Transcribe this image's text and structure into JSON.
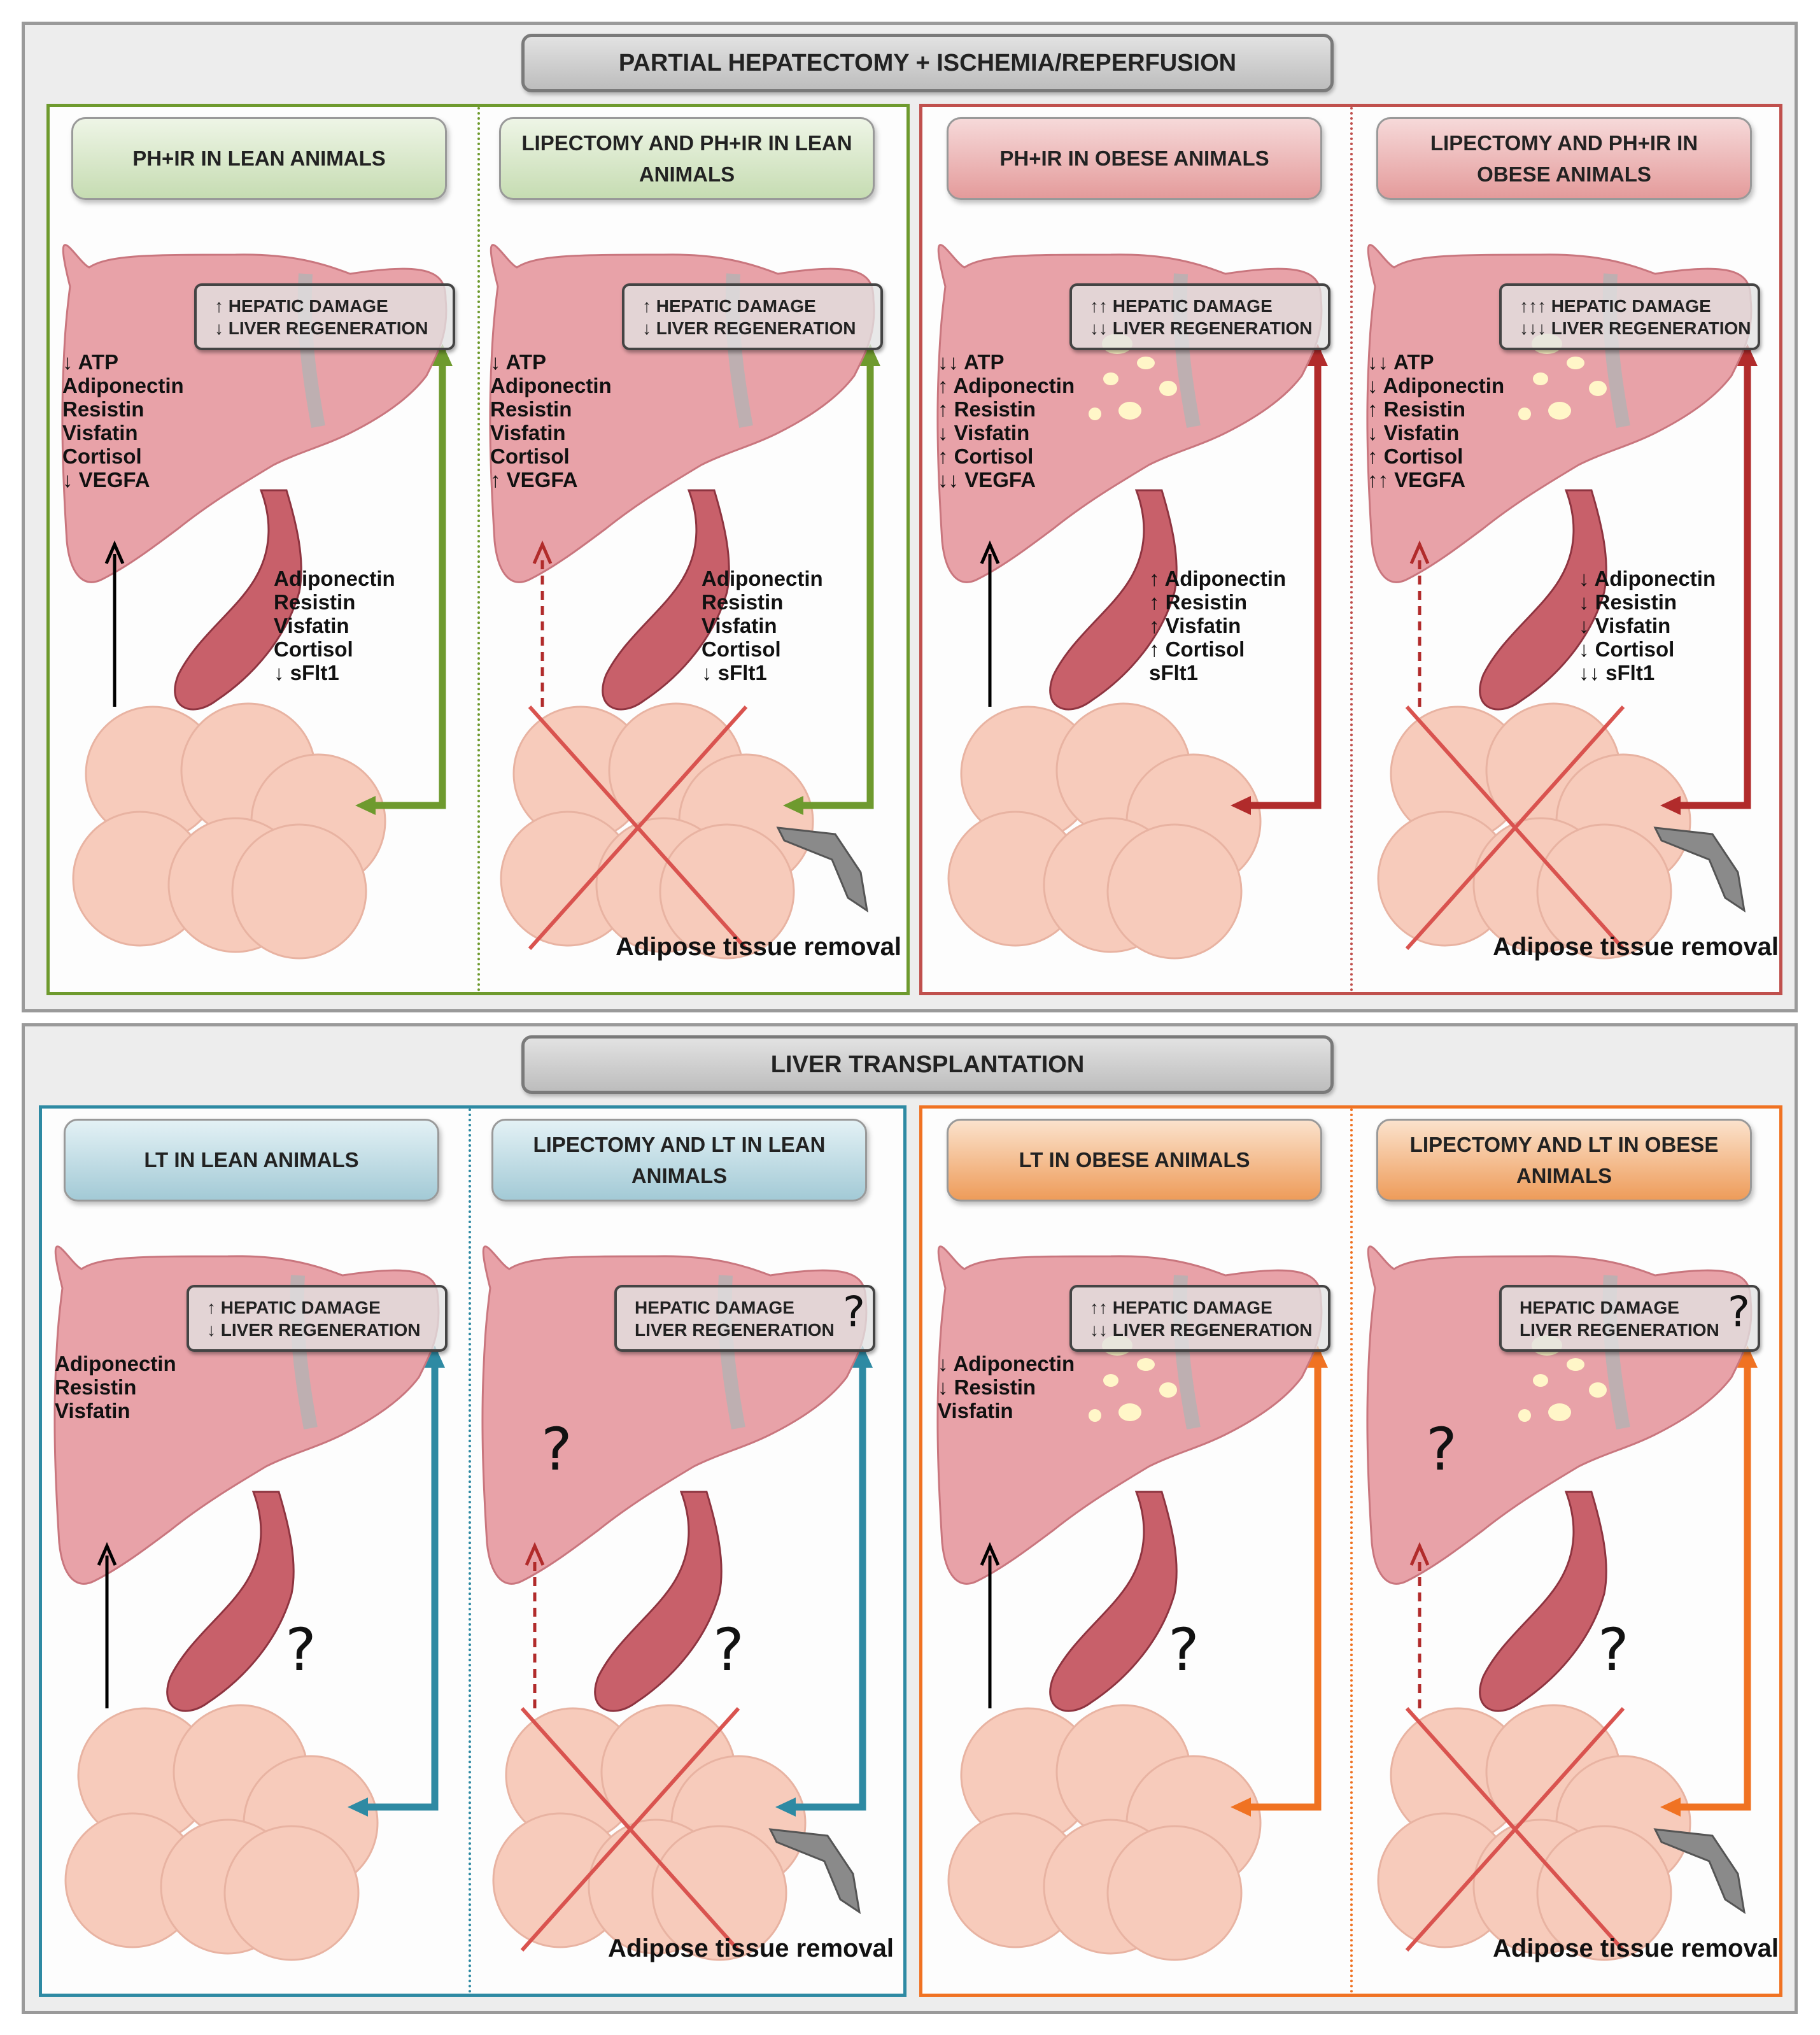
{
  "sections": {
    "top_title": "PARTIAL HEPATECTOMY + ISCHEMIA/REPERFUSION",
    "bottom_title": "LIVER TRANSPLANTATION"
  },
  "colors": {
    "green": "#6e9a2e",
    "red": "#c0504d",
    "blue": "#2e8aa3",
    "orange": "#f07222",
    "arrow_dark_red": "#b12b2b",
    "liver": "#e8a2a8",
    "adipocyte": "#f7cbbb"
  },
  "icons": [
    "liver-icon",
    "adipose-tissue-icon",
    "intestine-icon",
    "scissors-icon",
    "arrow-up-icon",
    "cross-mark-icon"
  ],
  "panels": [
    {
      "label": "PH+IR IN LEAN ANIMALS",
      "status": [
        "↑ HEPATIC DAMAGE",
        "↓ LIVER REGENERATION"
      ],
      "liver_markers": [
        "↓ ATP",
        "Adiponectin",
        "Resistin",
        "Visfatin",
        "Cortisol",
        "↓ VEGFA"
      ],
      "intestine_markers": [
        "Adiponectin",
        "Resistin",
        "Visfatin",
        "Cortisol",
        "↓ sFlt1"
      ]
    },
    {
      "label": "LIPECTOMY AND PH+IR IN LEAN ANIMALS",
      "status": [
        "↑ HEPATIC DAMAGE",
        "↓ LIVER REGENERATION"
      ],
      "liver_markers": [
        "↓ ATP",
        "Adiponectin",
        "Resistin",
        "Visfatin",
        "Cortisol",
        "↑ VEGFA"
      ],
      "intestine_markers": [
        "Adiponectin",
        "Resistin",
        "Visfatin",
        "Cortisol",
        "↓ sFlt1"
      ],
      "removal": "Adipose tissue removal"
    },
    {
      "label": "PH+IR IN OBESE ANIMALS",
      "status": [
        "↑↑ HEPATIC DAMAGE",
        "↓↓ LIVER REGENERATION"
      ],
      "liver_markers": [
        "↓↓ ATP",
        "↑ Adiponectin",
        "↑ Resistin",
        "↓ Visfatin",
        "↑ Cortisol",
        "↓↓ VEGFA"
      ],
      "intestine_markers": [
        "↑ Adiponectin",
        "↑ Resistin",
        "↑ Visfatin",
        "↑ Cortisol",
        "sFlt1"
      ]
    },
    {
      "label": "LIPECTOMY AND PH+IR IN OBESE ANIMALS",
      "status": [
        "↑↑↑ HEPATIC DAMAGE",
        "↓↓↓ LIVER REGENERATION"
      ],
      "liver_markers": [
        "↓↓ ATP",
        "↓ Adiponectin",
        "↑ Resistin",
        "↓ Visfatin",
        "↑ Cortisol",
        "↑↑ VEGFA"
      ],
      "intestine_markers": [
        "↓ Adiponectin",
        "↓ Resistin",
        "↓ Visfatin",
        "↓ Cortisol",
        "↓↓ sFlt1"
      ],
      "removal": "Adipose tissue removal"
    },
    {
      "label": "LT IN LEAN ANIMALS",
      "status": [
        "↑ HEPATIC DAMAGE",
        "↓ LIVER REGENERATION"
      ],
      "liver_markers": [
        "Adiponectin",
        "Resistin",
        "Visfatin"
      ],
      "intestine_question": "?"
    },
    {
      "label": "LIPECTOMY AND LT IN LEAN ANIMALS",
      "status": [
        "HEPATIC DAMAGE",
        "LIVER REGENERATION"
      ],
      "status_question": "?",
      "liver_question": "?",
      "intestine_question": "?",
      "removal": "Adipose tissue removal"
    },
    {
      "label": "LT IN OBESE ANIMALS",
      "status": [
        "↑↑ HEPATIC DAMAGE",
        "↓↓ LIVER REGENERATION"
      ],
      "liver_markers": [
        "↓ Adiponectin",
        "↓ Resistin",
        "Visfatin"
      ],
      "intestine_question": "?"
    },
    {
      "label": "LIPECTOMY AND LT IN OBESE ANIMALS",
      "status": [
        "HEPATIC DAMAGE",
        "LIVER REGENERATION"
      ],
      "status_question": "?",
      "liver_question": "?",
      "intestine_question": "?",
      "removal": "Adipose tissue removal"
    }
  ]
}
